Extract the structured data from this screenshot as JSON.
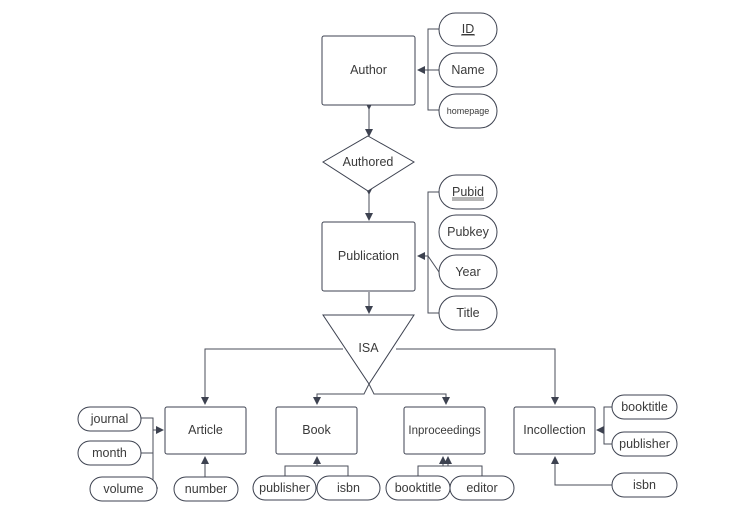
{
  "diagram": {
    "type": "er-diagram",
    "colors": {
      "stroke": "#3d4250",
      "text": "#3a3a3a",
      "background": "#ffffff"
    },
    "entities": {
      "author": "Author",
      "publication": "Publication",
      "article": "Article",
      "book": "Book",
      "inproceedings": "Inproceedings",
      "incollection": "Incollection"
    },
    "relationships": {
      "authored": "Authored",
      "isa": "ISA"
    },
    "attributes": {
      "author_id": "ID",
      "author_name": "Name",
      "author_homepage": "homepage",
      "pub_pubid": "Pubid",
      "pub_pubkey": "Pubkey",
      "pub_year": "Year",
      "pub_title": "Title",
      "article_journal": "journal",
      "article_month": "month",
      "article_volume": "volume",
      "article_number": "number",
      "book_publisher": "publisher",
      "book_isbn": "isbn",
      "inproc_booktitle": "booktitle",
      "inproc_editor": "editor",
      "incoll_booktitle": "booktitle",
      "incoll_publisher": "publisher",
      "incoll_isbn": "isbn"
    },
    "key_attributes": [
      "ID",
      "Pubid"
    ]
  }
}
